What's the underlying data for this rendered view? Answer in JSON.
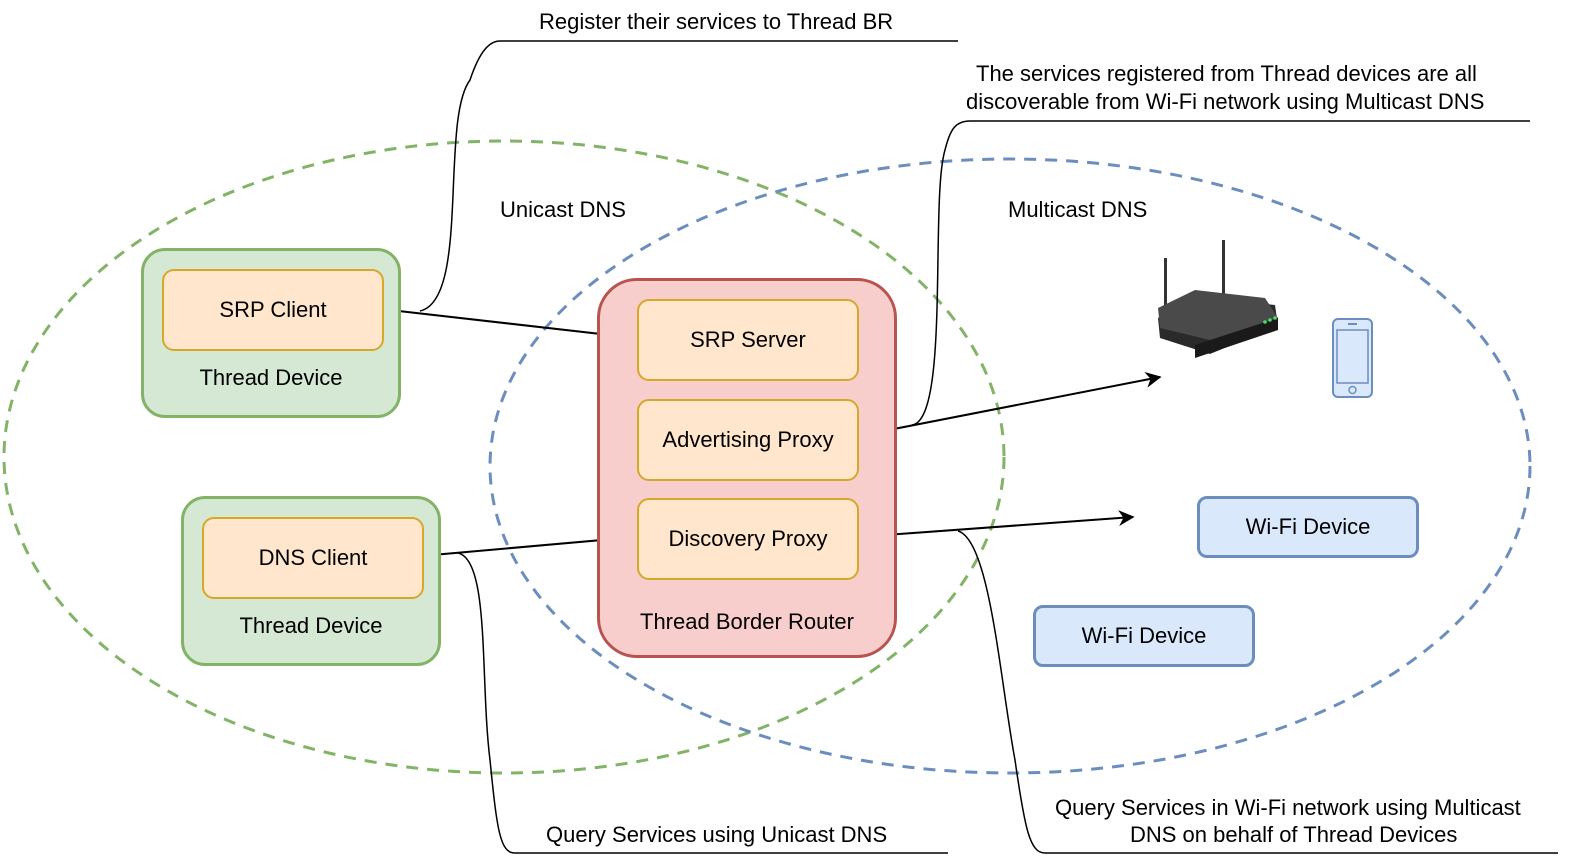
{
  "regions": {
    "unicast": {
      "label": "Unicast DNS",
      "color": "#82b366"
    },
    "multicast": {
      "label": "Multicast DNS",
      "color": "#6c8ebf"
    }
  },
  "thread_devices": [
    {
      "label": "Thread Device",
      "client": "SRP Client"
    },
    {
      "label": "Thread Device",
      "client": "DNS Client"
    }
  ],
  "border_router": {
    "label": "Thread Border Router",
    "components": [
      "SRP Server",
      "Advertising Proxy",
      "Discovery Proxy"
    ]
  },
  "wifi_devices": [
    "Wi-Fi Device",
    "Wi-Fi Device"
  ],
  "icons": {
    "router": "wifi-router-icon",
    "phone": "smartphone-icon"
  },
  "annotations": {
    "register": "Register their services to Thread BR",
    "discoverable_line1": "The services registered from Thread devices are all",
    "discoverable_line2": "discoverable from Wi-Fi network using Multicast DNS",
    "query_unicast": "Query Services using Unicast DNS",
    "query_multicast_line1": "Query Services in Wi-Fi network using Multicast",
    "query_multicast_line2": "DNS on behalf of Thread Devices"
  },
  "colors": {
    "thread_fill": "#d5e8d4",
    "thread_stroke": "#82b366",
    "br_fill": "#f8cecc",
    "br_stroke": "#b85450",
    "component_fill": "#ffe6cc",
    "component_stroke": "#d6a82a",
    "wifi_fill": "#dae8fc",
    "wifi_stroke": "#6c8ebf"
  }
}
